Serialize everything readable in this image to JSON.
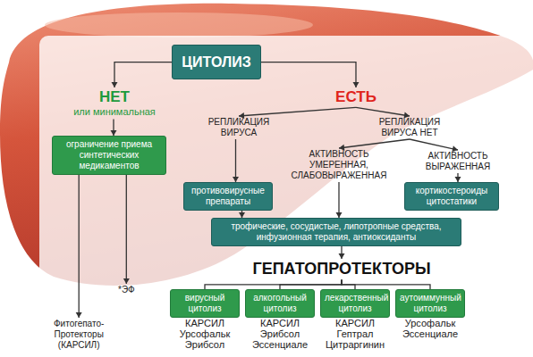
{
  "diagram": {
    "nodes": [
      {
        "text": [
          "ЦИТОЛИЗ"
        ]
      },
      {
        "text": [
          "НЕТ",
          "или минимальная"
        ]
      },
      {
        "text": [
          "ЕСТЬ"
        ]
      },
      {
        "text": [
          "ограничение приема синтетических медикаментов"
        ]
      },
      {
        "text": [
          "РЕПЛИКАЦИЯ ВИРУСА"
        ]
      },
      {
        "text": [
          "РЕПЛИКАЦИЯ ВИРУСА НЕТ"
        ]
      },
      {
        "text": [
          "АКТИВНОСТЬ УМЕРЕННАЯ, СЛАБОВЫРАЖЕННАЯ"
        ]
      },
      {
        "text": [
          "АКТИВНОСТЬ ВЫРАЖЕННАЯ"
        ]
      },
      {
        "text": [
          "противовирусные препараты"
        ]
      },
      {
        "text": [
          "кортикостероиды цитостатики"
        ]
      },
      {
        "text": [
          "трофические, сосудистые, липотропные средства, инфузионная терапия, антиоксиданты"
        ]
      },
      {
        "text": [
          "ГЕПАТОПРОТЕКТОРЫ"
        ]
      },
      {
        "text": [
          "вирусный цитолиз"
        ]
      },
      {
        "text": [
          "алкогольный цитолиз"
        ]
      },
      {
        "text": [
          "лекарственный цитолиз"
        ]
      },
      {
        "text": [
          "аутоиммунный цитолиз"
        ]
      },
      {
        "text": [
          "*ЭФ"
        ]
      },
      {
        "text": [
          "Фитогепато- Протекторы (КАРСИЛ)"
        ]
      }
    ],
    "edges": [
      {
        "from": 0,
        "to": 1,
        "arrow": "to"
      },
      {
        "from": 0,
        "to": 2,
        "arrow": "to"
      },
      {
        "from": 1,
        "to": 3,
        "arrow": "to"
      },
      {
        "from": 2,
        "to": 4,
        "arrow": "to"
      },
      {
        "from": 2,
        "to": 5,
        "arrow": "to"
      },
      {
        "from": 4,
        "to": 8,
        "arrow": "to"
      },
      {
        "from": 5,
        "to": 6,
        "arrow": "to"
      },
      {
        "from": 5,
        "to": 7,
        "arrow": "to"
      },
      {
        "from": 7,
        "to": 9,
        "arrow": "to"
      },
      {
        "from": 8,
        "to": 10,
        "arrow": "to"
      },
      {
        "from": 6,
        "to": 10,
        "arrow": "to"
      },
      {
        "from": 10,
        "to": 11,
        "arrow": "to"
      },
      {
        "from": 11,
        "to": 12,
        "arrow": "none"
      },
      {
        "from": 11,
        "to": 13,
        "arrow": "none"
      },
      {
        "from": 11,
        "to": 14,
        "arrow": "none"
      },
      {
        "from": 11,
        "to": 15,
        "arrow": "none"
      },
      {
        "from": 3,
        "to": 16,
        "arrow": "to"
      },
      {
        "from": 3,
        "to": 17,
        "arrow": "to"
      }
    ],
    "labels": [
      "КАРСИЛ Урсофальк Эрибсол",
      "КАРСИЛ Эрибсол Эссенциале",
      "КАРСИЛ Гептрал Цитраргинин",
      "Урсофальк Эссенциале"
    ]
  }
}
